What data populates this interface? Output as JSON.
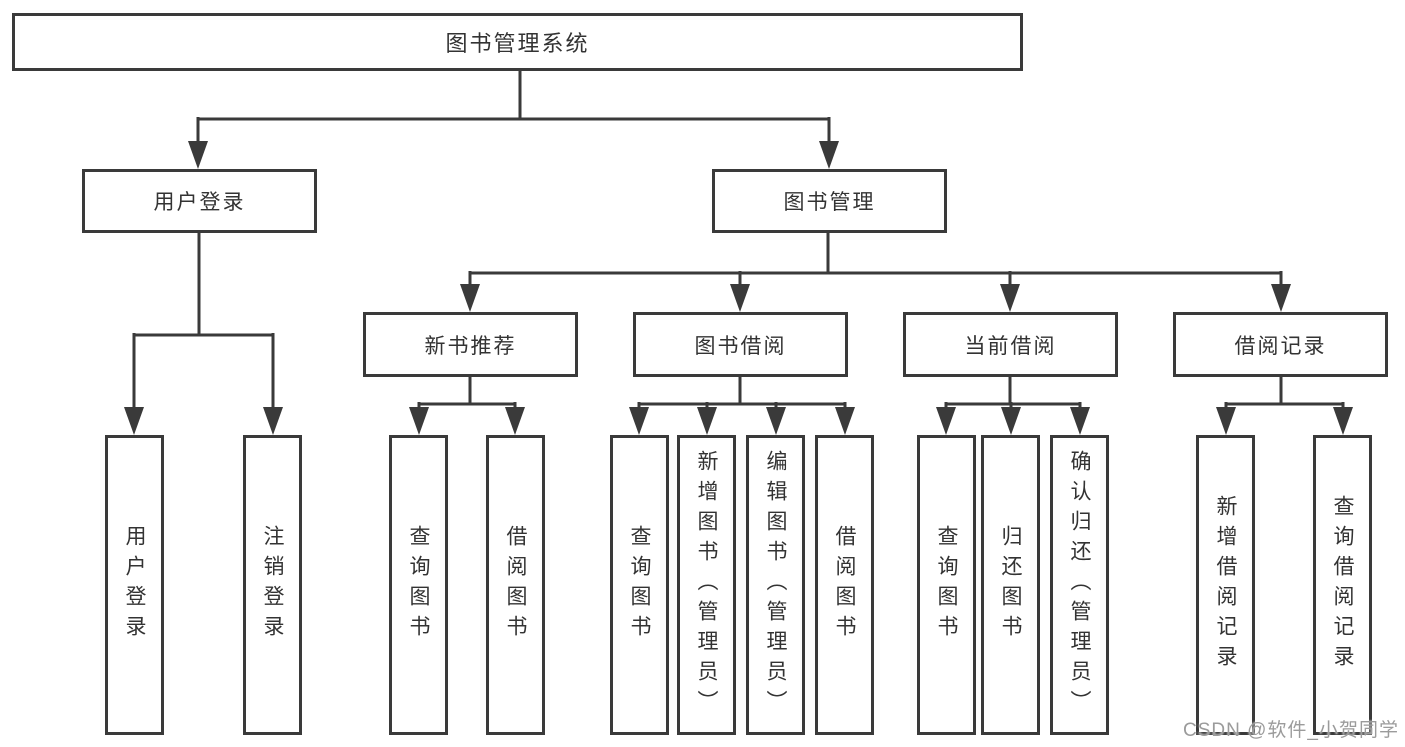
{
  "diagram": {
    "type": "hierarchy-tree",
    "root": {
      "label": "图书管理系统"
    },
    "level2": [
      {
        "label": "用户登录",
        "children": [
          "用户登录",
          "注销登录"
        ]
      },
      {
        "label": "图书管理",
        "children": [
          "新书推荐",
          "图书借阅",
          "当前借阅",
          "借阅记录"
        ]
      }
    ],
    "level3": [
      {
        "label": "新书推荐",
        "children": [
          "查询图书",
          "借阅图书"
        ]
      },
      {
        "label": "图书借阅",
        "children": [
          "查询图书",
          "新增图书（管理员）",
          "编辑图书（管理员）",
          "借阅图书"
        ]
      },
      {
        "label": "当前借阅",
        "children": [
          "查询图书",
          "归还图书",
          "确认归还（管理员）"
        ]
      },
      {
        "label": "借阅记录",
        "children": [
          "新增借阅记录",
          "查询借阅记录"
        ]
      }
    ],
    "leaves": [
      {
        "label": "用户登录",
        "parent": "用户登录"
      },
      {
        "label": "注销登录",
        "parent": "用户登录"
      },
      {
        "label": "查询图书",
        "parent": "新书推荐"
      },
      {
        "label": "借阅图书",
        "parent": "新书推荐"
      },
      {
        "label": "查询图书",
        "parent": "图书借阅"
      },
      {
        "label": "新增图书（管理员）",
        "parent": "图书借阅"
      },
      {
        "label": "编辑图书（管理员）",
        "parent": "图书借阅"
      },
      {
        "label": "借阅图书",
        "parent": "图书借阅"
      },
      {
        "label": "查询图书",
        "parent": "当前借阅"
      },
      {
        "label": "归还图书",
        "parent": "当前借阅"
      },
      {
        "label": "确认归还（管理员）",
        "parent": "当前借阅"
      },
      {
        "label": "新增借阅记录",
        "parent": "借阅记录"
      },
      {
        "label": "查询借阅记录",
        "parent": "借阅记录"
      }
    ],
    "watermark": "CSDN @软件_小贺同学",
    "colors": {
      "line": "#3a3a3a",
      "text": "#333333",
      "background": "#ffffff",
      "watermark": "#9b9b9b"
    }
  }
}
